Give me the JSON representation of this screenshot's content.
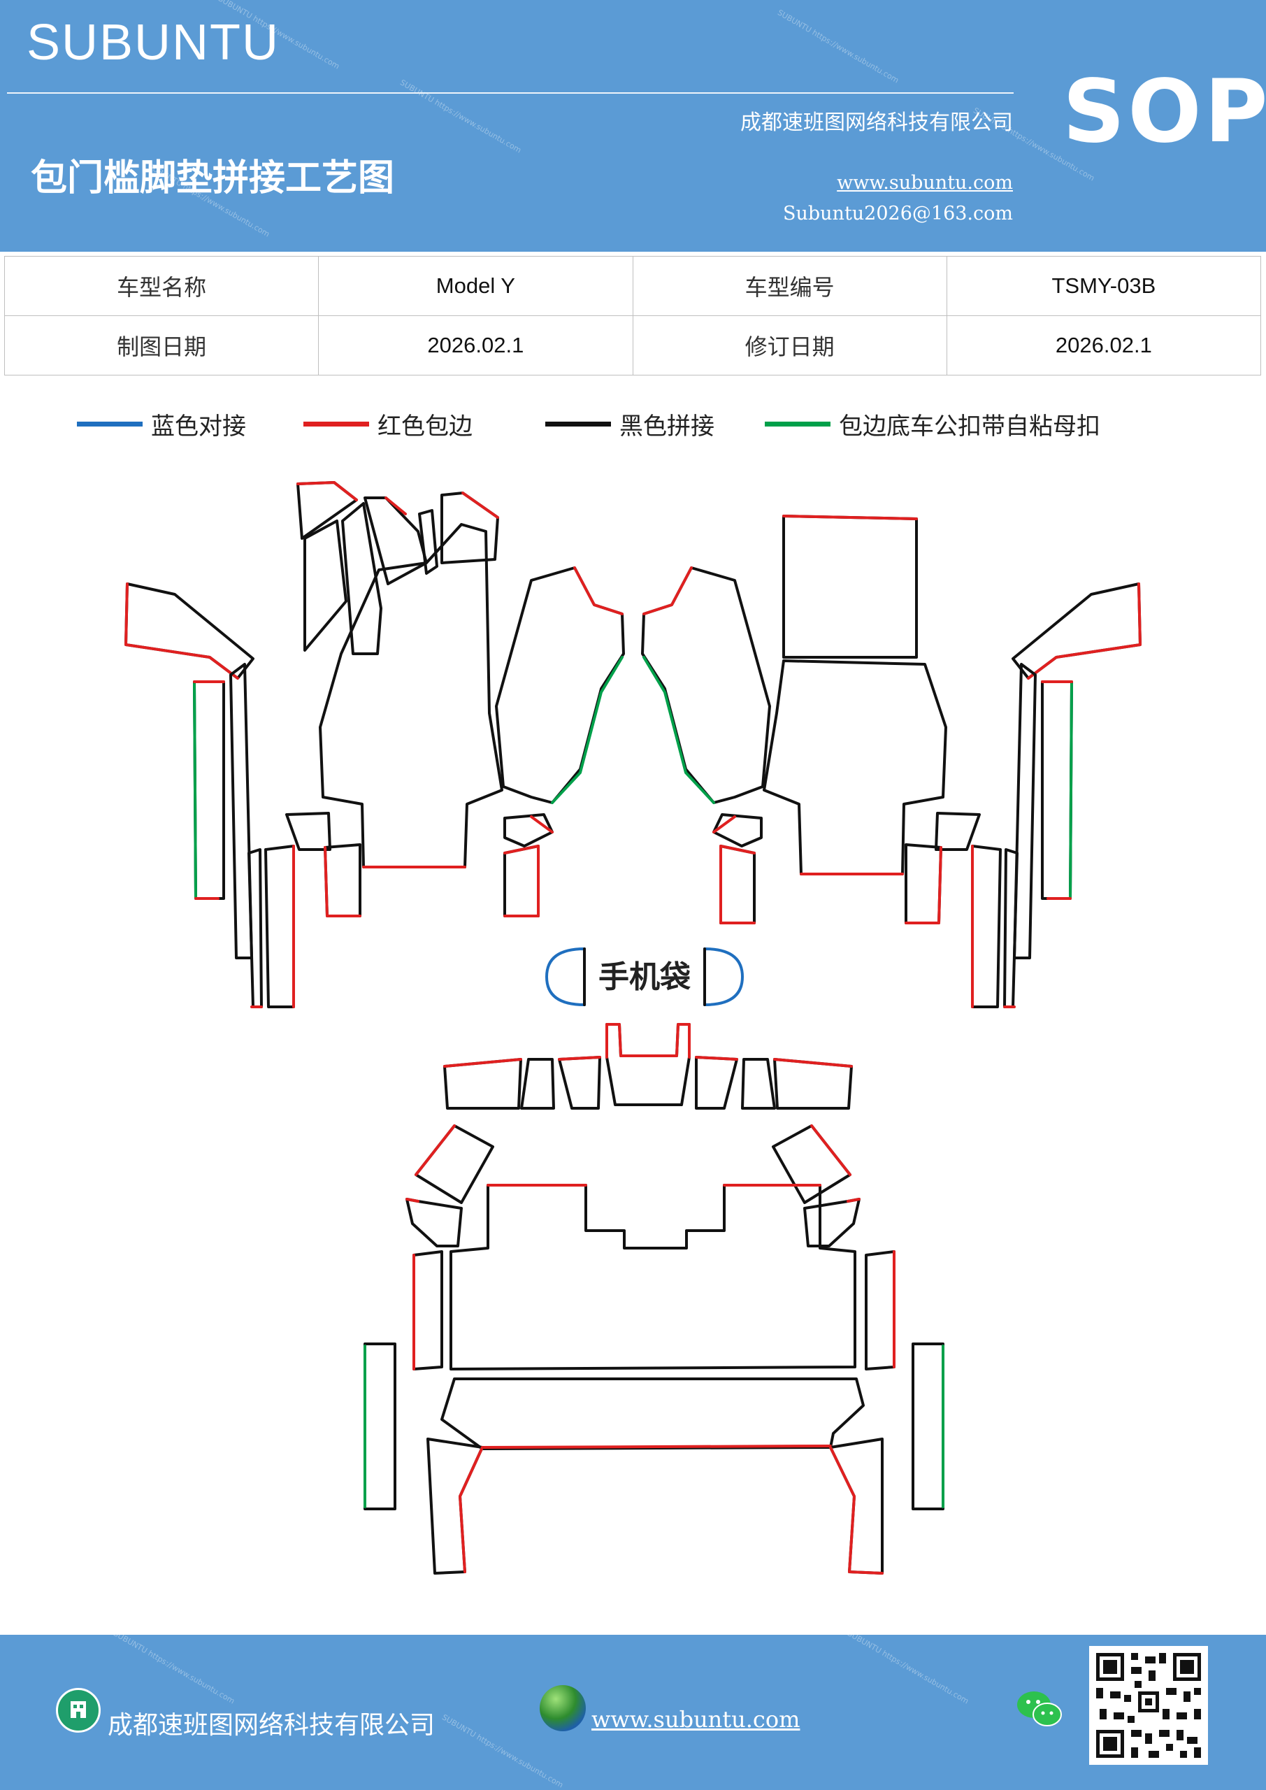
{
  "header": {
    "brand": "SUBUNTU",
    "title": "包门槛脚垫拼接工艺图",
    "company": "成都速班图网络科技有限公司",
    "website": "www.subuntu.com",
    "email": "Subuntu2026@163.com",
    "badge": "SOP"
  },
  "info_table": {
    "rows": [
      {
        "label1": "车型名称",
        "value1": "Model  Y",
        "label2": "车型编号",
        "value2": "TSMY-03B"
      },
      {
        "label1": "制图日期",
        "value1": "2026.02.1",
        "label2": "修订日期",
        "value2": "2026.02.1"
      }
    ]
  },
  "legend": [
    {
      "label": "蓝色对接",
      "color": "#1f6fbf"
    },
    {
      "label": "红色包边",
      "color": "#e02020"
    },
    {
      "label": "黑色拼接",
      "color": "#111111"
    },
    {
      "label": "包边底车公扣带自粘母扣",
      "color": "#00a04a"
    }
  ],
  "diagram": {
    "phone_bag_label": "手机袋"
  },
  "footer": {
    "company": "成都速班图网络科技有限公司",
    "website": "www.subuntu.com",
    "icons": [
      "building-icon",
      "globe-icon",
      "wechat-icon",
      "qr-code"
    ]
  },
  "colors": {
    "header_bg": "#5b9bd5",
    "blue": "#1f6fbf",
    "red": "#e02020",
    "black": "#111111",
    "green": "#00a04a"
  }
}
